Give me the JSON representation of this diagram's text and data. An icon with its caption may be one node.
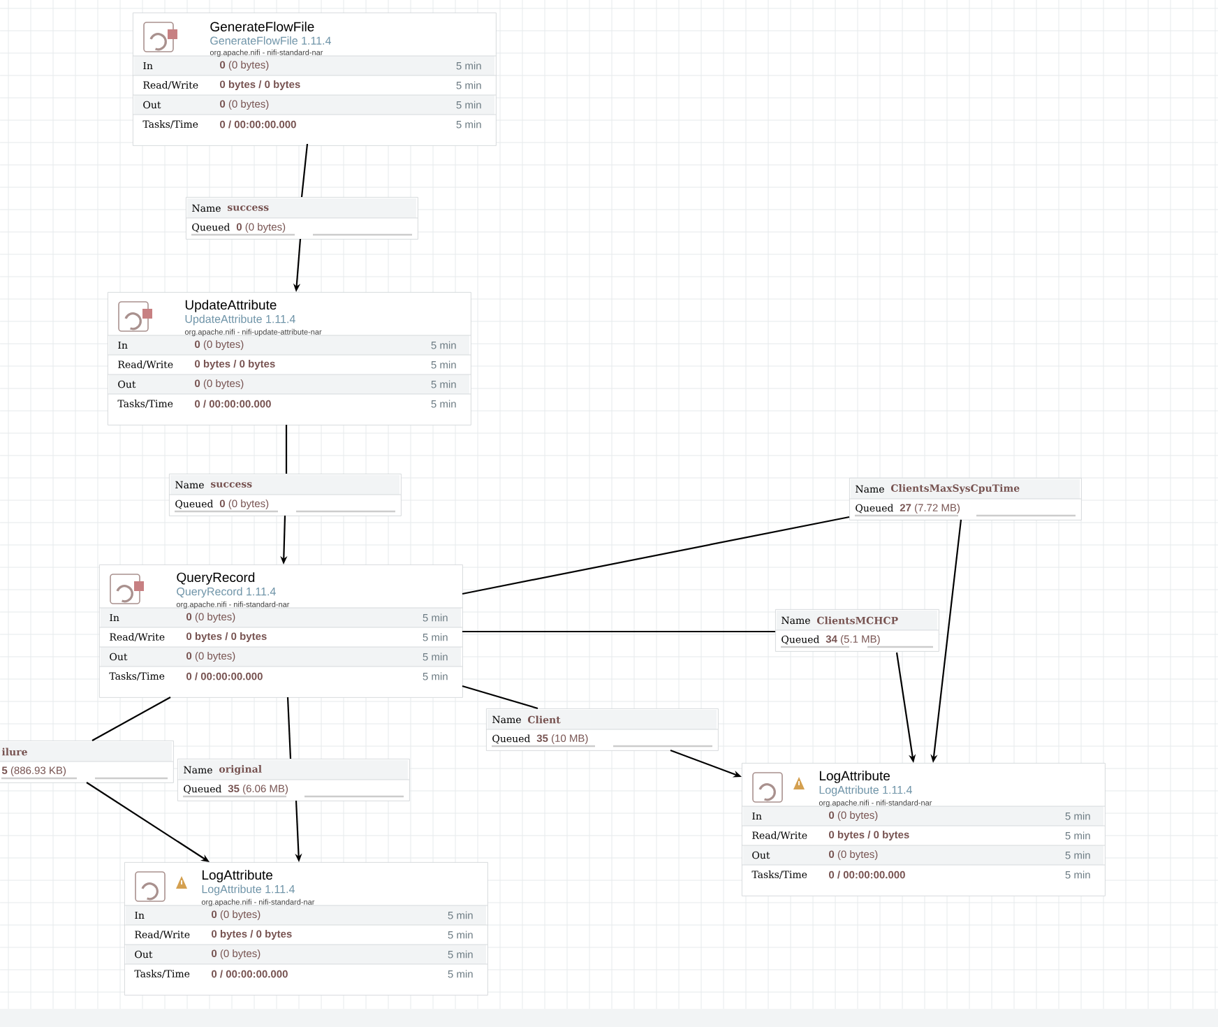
{
  "diagram": {
    "nodes": [
      {
        "text": [
          "GenerateFlowFile",
          "GenerateFlowFile 1.11.4",
          "org.apache.nifi - nifi-standard-nar",
          "In",
          "**0** (0 bytes)",
          "5 min",
          "Read/Write",
          "**0 bytes / 0 bytes**",
          "5 min",
          "Out",
          "**0** (0 bytes)",
          "5 min",
          "Tasks/Time",
          "**0 / 00:00:00.000**",
          "5 min"
        ]
      },
      {
        "text": [
          "Name",
          "success",
          "Queued",
          "**0** (0 bytes)"
        ]
      },
      {
        "text": [
          "UpdateAttribute",
          "UpdateAttribute 1.11.4",
          "org.apache.nifi - nifi-update-attribute-nar",
          "In",
          "**0** (0 bytes)",
          "5 min",
          "Read/Write",
          "**0 bytes / 0 bytes**",
          "5 min",
          "Out",
          "**0** (0 bytes)",
          "5 min",
          "Tasks/Time",
          "**0 / 00:00:00.000**",
          "5 min"
        ]
      },
      {
        "text": [
          "Name",
          "success",
          "Queued",
          "**0** (0 bytes)"
        ]
      },
      {
        "text": [
          "Name",
          "ClientsMaxSysCpuTime",
          "Queued",
          "**27** (7.72 MB)"
        ]
      },
      {
        "text": [
          "QueryRecord",
          "QueryRecord 1.11.4",
          "org.apache.nifi - nifi-standard-nar",
          "In",
          "**0** (0 bytes)",
          "5 min",
          "Read/Write",
          "**0 bytes / 0 bytes**",
          "5 min",
          "Out",
          "**0** (0 bytes)",
          "5 min",
          "Tasks/Time",
          "**0 / 00:00:00.000**",
          "5 min"
        ]
      },
      {
        "text": [
          "Name",
          "ClientsMCHCP",
          "Queued",
          "**34** (5.1 MB)"
        ]
      },
      {
        "text": [
          "Name",
          "Client",
          "Queued",
          "**35** (10 MB)"
        ]
      },
      {
        "text": [
          "ilure",
          "**5** (886.93 KB)"
        ]
      },
      {
        "text": [
          "Name",
          "original",
          "Queued",
          "**35** (6.06 MB)"
        ]
      },
      {
        "text": [
          "LogAttribute",
          "LogAttribute 1.11.4",
          "org.apache.nifi - nifi-standard-nar",
          "In",
          "**0** (0 bytes)",
          "5 min",
          "Read/Write",
          "**0 bytes / 0 bytes**",
          "5 min",
          "Out",
          "**0** (0 bytes)",
          "5 min",
          "Tasks/Time",
          "**0 / 00:00:00.000**",
          "5 min"
        ]
      },
      {
        "text": [
          "LogAttribute",
          "LogAttribute 1.11.4",
          "org.apache.nifi - nifi-standard-nar",
          "In",
          "**0** (0 bytes)",
          "5 min",
          "Read/Write",
          "**0 bytes / 0 bytes**",
          "5 min",
          "Out",
          "**0** (0 bytes)",
          "5 min",
          "Tasks/Time",
          "**0 / 00:00:00.000**",
          "5 min"
        ]
      }
    ],
    "edges": [
      {
        "from": 0,
        "to": 1,
        "arrow": "none"
      },
      {
        "from": 1,
        "to": 2,
        "arrow": "to"
      },
      {
        "from": 2,
        "to": 3,
        "arrow": "none"
      },
      {
        "from": 3,
        "to": 5,
        "arrow": "to"
      },
      {
        "from": 5,
        "to": 4,
        "arrow": "none"
      },
      {
        "from": 4,
        "to": 10,
        "arrow": "to"
      },
      {
        "from": 5,
        "to": 6,
        "arrow": "none"
      },
      {
        "from": 6,
        "to": 10,
        "arrow": "to"
      },
      {
        "from": 5,
        "to": 7,
        "arrow": "none"
      },
      {
        "from": 7,
        "to": 10,
        "arrow": "to"
      },
      {
        "from": 5,
        "to": 8,
        "arrow": "none"
      },
      {
        "from": 8,
        "to": 11,
        "arrow": "to"
      },
      {
        "from": 5,
        "to": 9,
        "arrow": "none"
      },
      {
        "from": 9,
        "to": 11,
        "arrow": "to"
      }
    ]
  }
}
